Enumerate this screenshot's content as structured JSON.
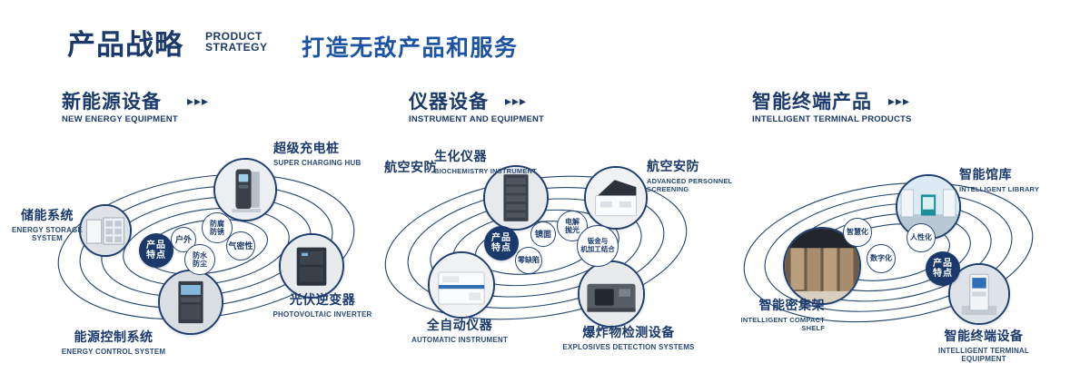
{
  "header": {
    "title": "产品战略",
    "subtitle_line1": "PRODUCT",
    "subtitle_line2": "STRATEGY",
    "tagline": "打造无敌产品和服务"
  },
  "icons": {
    "chevrons": "▸▸▸"
  },
  "badge": {
    "line1": "产品",
    "line2": "特点"
  },
  "colors": {
    "navy": "#1b3a6b",
    "accent_blue": "#1c54a3"
  },
  "sections": {
    "energy": {
      "title": "新能源设备",
      "subtitle": "NEW ENERGY EQUIPMENT",
      "features": {
        "outdoor": "户外",
        "anticorrosion_1": "防腐",
        "anticorrosion_2": "防锈",
        "waterproof_1": "防水",
        "waterproof_2": "防尘",
        "airtight": "气密性"
      },
      "products": {
        "storage": {
          "name": "储能系统",
          "en": "ENERGY STORAGE SYSTEM"
        },
        "charging": {
          "name": "超级充电桩",
          "en": "SUPER CHARGING HUB"
        },
        "inverter": {
          "name": "光伏逆变器",
          "en": "PHOTOVOLTAIC INVERTER"
        },
        "control": {
          "name": "能源控制系统",
          "en": "ENERGY CONTROL SYSTEM"
        }
      }
    },
    "instrument": {
      "title": "仪器设备",
      "subtitle": "INSTRUMENT AND EQUIPMENT",
      "aviation_label": "航空安防",
      "features": {
        "mirror": "镜面",
        "electro_1": "电解",
        "electro_2": "抛光",
        "zero_defect": "零缺陷",
        "sheetmetal_1": "钣金与",
        "sheetmetal_2": "机加工结合"
      },
      "products": {
        "biochem": {
          "name": "生化仪器",
          "en": "BIOCHEMISTRY INSTRUMENT"
        },
        "screening": {
          "name": "航空安防",
          "en1": "ADVANCED PERSONNEL",
          "en2": "SCREENING"
        },
        "automatic": {
          "name": "全自动仪器",
          "en": "AUTOMATIC INSTRUMENT"
        },
        "explosive": {
          "name": "爆炸物检测设备",
          "en": "EXPLOSIVES DETECTION SYSTEMS"
        }
      }
    },
    "terminal": {
      "title": "智能终端产品",
      "subtitle": "INTELLIGENT TERMINAL PRODUCTS",
      "features": {
        "smart": "智慧化",
        "humanized": "人性化",
        "digital": "数字化"
      },
      "products": {
        "library": {
          "name": "智能馆库",
          "en": "INTELLIGENT LIBRARY"
        },
        "shelf": {
          "name": "智能密集架",
          "en1": "INTELLIGENT COMPACT",
          "en2": "SHELF"
        },
        "terminal": {
          "name": "智能终端设备",
          "en": "INTELLIGENT TERMINAL EQUIPMENT"
        }
      }
    }
  }
}
